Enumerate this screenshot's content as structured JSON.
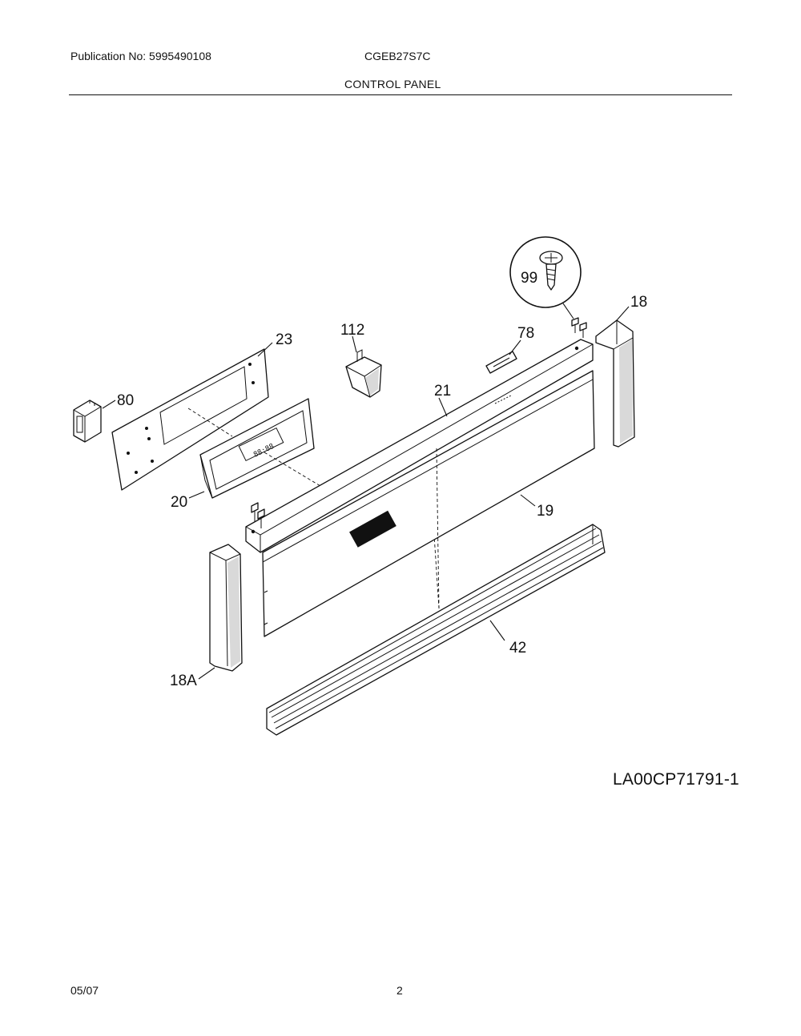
{
  "header": {
    "publication": "Publication No: 5995490108",
    "model": "CGEB27S7C",
    "section_title": "CONTROL PANEL"
  },
  "diagram": {
    "figure_id": "LA00CP71791-1",
    "callouts": [
      {
        "id": "99",
        "part": "screw-detail"
      },
      {
        "id": "18",
        "part": "right-end-cap"
      },
      {
        "id": "23",
        "part": "insulation-board"
      },
      {
        "id": "112",
        "part": "relay-module"
      },
      {
        "id": "78",
        "part": "nameplate"
      },
      {
        "id": "80",
        "part": "switch"
      },
      {
        "id": "21",
        "part": "control-panel-frame"
      },
      {
        "id": "20",
        "part": "electronic-clock"
      },
      {
        "id": "19",
        "part": "control-panel-overlay"
      },
      {
        "id": "42",
        "part": "vent-trim"
      },
      {
        "id": "18A",
        "part": "left-end-cap"
      }
    ]
  },
  "footer": {
    "date": "05/07",
    "page": "2"
  }
}
